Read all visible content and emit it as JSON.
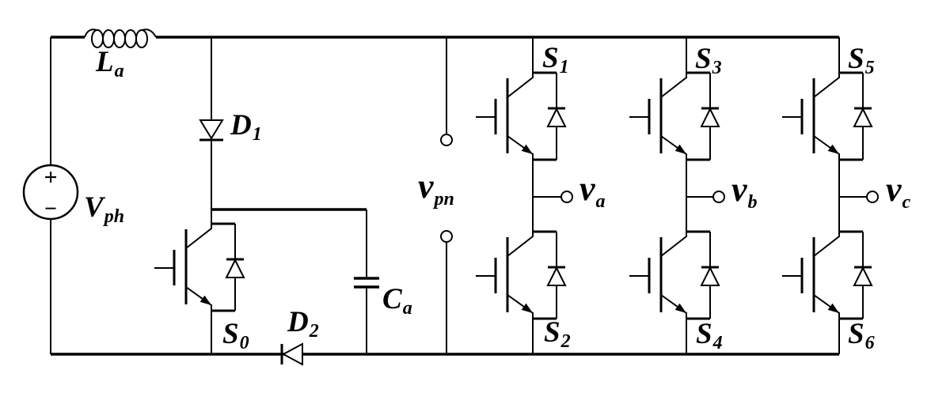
{
  "diagram": {
    "kind": "circuit-schematic",
    "background": "#ffffff",
    "stroke_color": "#000000",
    "description": "DC source with boost-type network (inductor, diodes, switch, capacitor) feeding a three-phase two-level IGBT inverter bridge with dc-link voltage terminals and three phase output terminals"
  },
  "source": {
    "plus": "+",
    "minus": "−"
  },
  "labels": {
    "La": {
      "main": "L",
      "sub": "a"
    },
    "Vph": {
      "main": "V",
      "sub": "ph"
    },
    "D1": {
      "main": "D",
      "sub": "1"
    },
    "D2": {
      "main": "D",
      "sub": "2"
    },
    "Ca": {
      "main": "C",
      "sub": "a"
    },
    "S0": {
      "main": "S",
      "sub": "0"
    },
    "S1": {
      "main": "S",
      "sub": "1"
    },
    "S2": {
      "main": "S",
      "sub": "2"
    },
    "S3": {
      "main": "S",
      "sub": "3"
    },
    "S4": {
      "main": "S",
      "sub": "4"
    },
    "S5": {
      "main": "S",
      "sub": "5"
    },
    "S6": {
      "main": "S",
      "sub": "6"
    },
    "vpn": {
      "main": "v",
      "sub": "pn"
    },
    "va": {
      "main": "v",
      "sub": "a"
    },
    "vb": {
      "main": "v",
      "sub": "b"
    },
    "vc": {
      "main": "v",
      "sub": "c"
    }
  },
  "components": [
    {
      "label": "Vph",
      "type": "dc-voltage-source",
      "polarity_top": "+",
      "polarity_bottom": "−"
    },
    {
      "label": "La",
      "type": "inductor",
      "position": "top-rail"
    },
    {
      "label": "D1",
      "type": "diode",
      "orientation": "pointing-down"
    },
    {
      "label": "D2",
      "type": "diode",
      "orientation": "pointing-left-on-bottom-rail"
    },
    {
      "label": "Ca",
      "type": "capacitor",
      "orientation": "vertical"
    },
    {
      "label": "S0",
      "type": "igbt-switch-with-antiparallel-diode",
      "role": "boost-switch"
    },
    {
      "label": "S1",
      "type": "igbt-switch-with-antiparallel-diode",
      "role": "phase-a-upper"
    },
    {
      "label": "S2",
      "type": "igbt-switch-with-antiparallel-diode",
      "role": "phase-a-lower"
    },
    {
      "label": "S3",
      "type": "igbt-switch-with-antiparallel-diode",
      "role": "phase-b-upper"
    },
    {
      "label": "S4",
      "type": "igbt-switch-with-antiparallel-diode",
      "role": "phase-b-lower"
    },
    {
      "label": "S5",
      "type": "igbt-switch-with-antiparallel-diode",
      "role": "phase-c-upper"
    },
    {
      "label": "S6",
      "type": "igbt-switch-with-antiparallel-diode",
      "role": "phase-c-lower"
    },
    {
      "label": "vpn",
      "type": "dc-link-voltage-terminal-pair"
    },
    {
      "label": "va",
      "type": "phase-output-terminal"
    },
    {
      "label": "vb",
      "type": "phase-output-terminal"
    },
    {
      "label": "vc",
      "type": "phase-output-terminal"
    }
  ]
}
